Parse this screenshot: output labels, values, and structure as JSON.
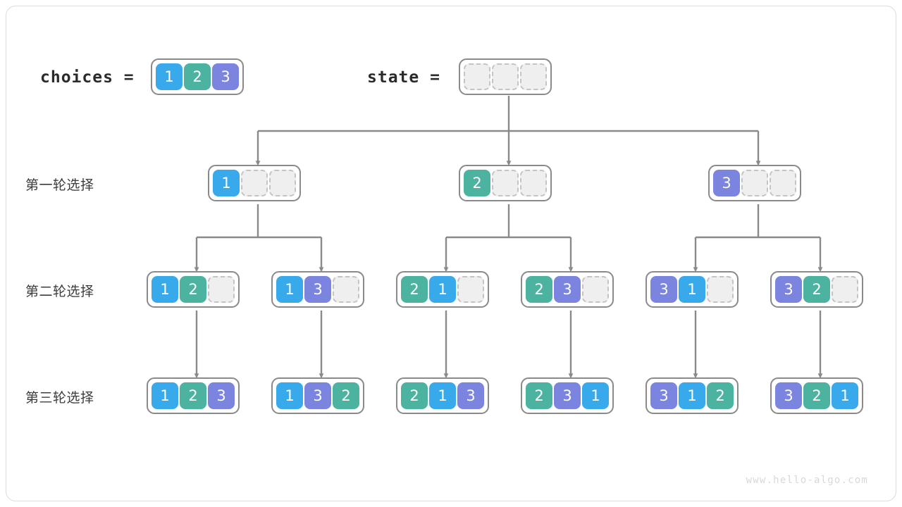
{
  "page": {
    "watermark": "www.hello-algo.com",
    "background": "#ffffff",
    "border_color": "#dcdcdc"
  },
  "palette": {
    "value_1": "#38aaec",
    "value_2": "#4cb3a0",
    "value_3": "#7b85e0",
    "empty_fill": "#efefef",
    "empty_border": "#c4c4c4",
    "array_border": "#8a8a8a",
    "wire": "#8a8a8a",
    "label_text": "#3c3c3c"
  },
  "header": {
    "choices_label": "choices =",
    "choices_values": [
      "1",
      "2",
      "3"
    ],
    "state_label": "state =",
    "state_values": [
      "",
      "",
      ""
    ]
  },
  "row_labels": [
    "第一轮选择",
    "第二轮选择",
    "第三轮选择"
  ],
  "rows": [
    {
      "name": "round-1",
      "nodes": [
        {
          "values": [
            "1",
            "",
            ""
          ]
        },
        {
          "values": [
            "2",
            "",
            ""
          ]
        },
        {
          "values": [
            "3",
            "",
            ""
          ]
        }
      ]
    },
    {
      "name": "round-2",
      "nodes": [
        {
          "values": [
            "1",
            "2",
            ""
          ]
        },
        {
          "values": [
            "1",
            "3",
            ""
          ]
        },
        {
          "values": [
            "2",
            "1",
            ""
          ]
        },
        {
          "values": [
            "2",
            "3",
            ""
          ]
        },
        {
          "values": [
            "3",
            "1",
            ""
          ]
        },
        {
          "values": [
            "3",
            "2",
            ""
          ]
        }
      ]
    },
    {
      "name": "round-3",
      "nodes": [
        {
          "values": [
            "1",
            "2",
            "3"
          ]
        },
        {
          "values": [
            "1",
            "3",
            "2"
          ]
        },
        {
          "values": [
            "2",
            "1",
            "3"
          ]
        },
        {
          "values": [
            "2",
            "3",
            "1"
          ]
        },
        {
          "values": [
            "3",
            "1",
            "2"
          ]
        },
        {
          "values": [
            "3",
            "2",
            "1"
          ]
        }
      ]
    }
  ]
}
